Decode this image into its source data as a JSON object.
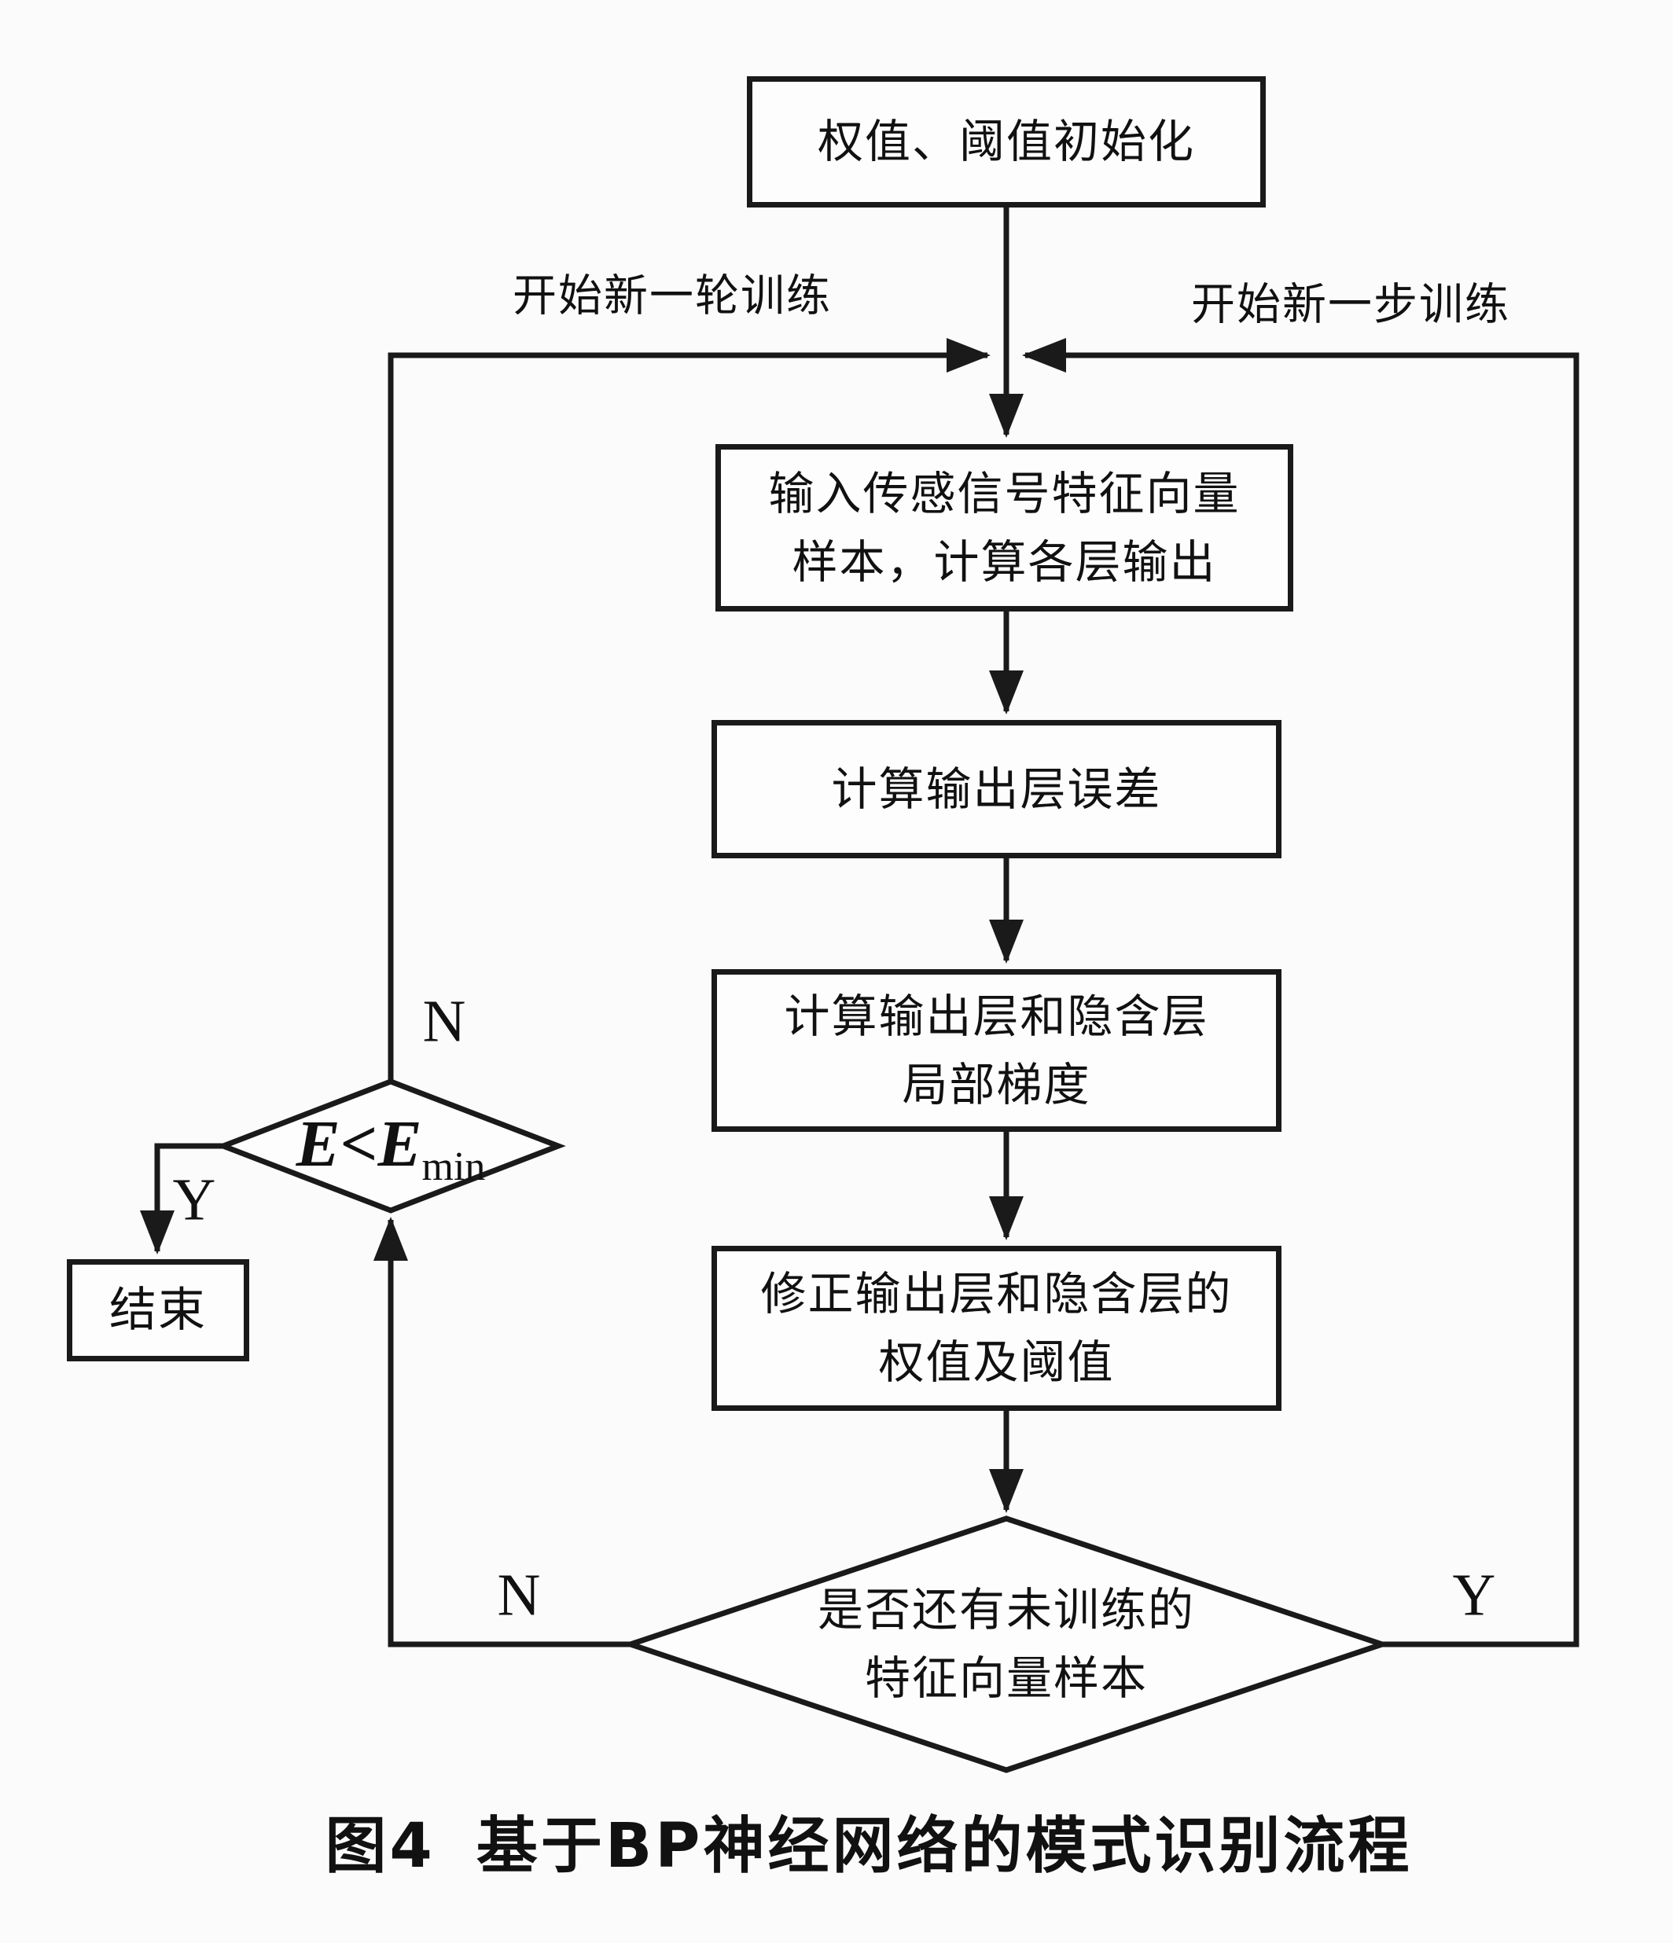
{
  "figure": {
    "caption_fig": "图4",
    "caption_text": "基于BP神经网络的模式识别流程"
  },
  "nodes": {
    "init": {
      "label": "权值、阈值初始化"
    },
    "input": {
      "label": "输入传感信号特征向量\n样本，计算各层输出"
    },
    "error": {
      "label": "计算输出层误差"
    },
    "gradient": {
      "label": "计算输出层和隐含层\n局部梯度"
    },
    "update": {
      "label": "修正输出层和隐含层的\n权值及阈值"
    },
    "sample_check": {
      "label": "是否还有未训练的\n特征向量样本"
    },
    "emin_check": {
      "main": "E<E",
      "sub": "min"
    },
    "end": {
      "label": "结束"
    }
  },
  "edge_labels": {
    "new_round": "开始新一轮训练",
    "new_step": "开始新一步训练",
    "emin_no": "N",
    "emin_yes": "Y",
    "sample_no": "N",
    "sample_yes": "Y"
  },
  "colors": {
    "line": "#1a1a1a",
    "background": "#fbfbfb",
    "node_fill": "#fdfdfd"
  }
}
